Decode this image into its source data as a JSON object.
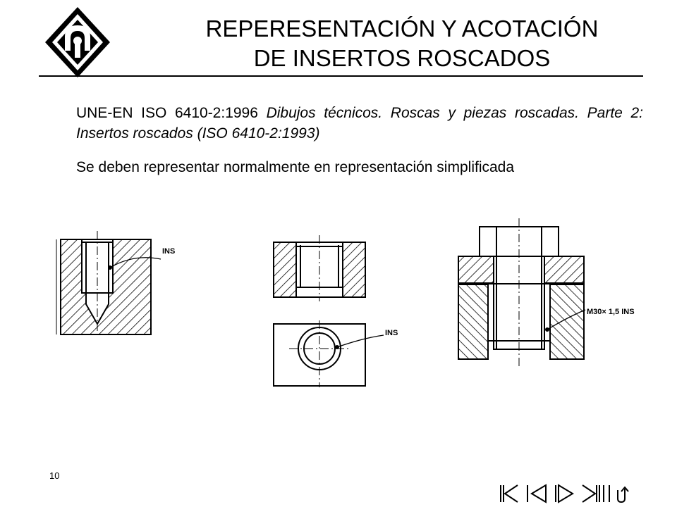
{
  "header": {
    "title_line1": "REPERESENTACIÓN Y ACOTACIÓN",
    "title_line2": "DE INSERTOS ROSCADOS"
  },
  "body": {
    "standard_code": "UNE-EN ISO 6410-2:1996",
    "standard_title": "Dibujos técnicos. Roscas y piezas roscadas. Parte 2: Insertos roscados (ISO 6410-2:1993)",
    "sentence": "Se deben representar normalmente en representación simplificada"
  },
  "figures": {
    "label_a": "INS",
    "label_b": "INS",
    "label_c": "M30× 1,5 INS"
  },
  "footer": {
    "page_number": "10"
  },
  "navigation": {
    "buttons": [
      "first-slide",
      "previous-slide",
      "next-slide",
      "last-slide",
      "return"
    ]
  }
}
